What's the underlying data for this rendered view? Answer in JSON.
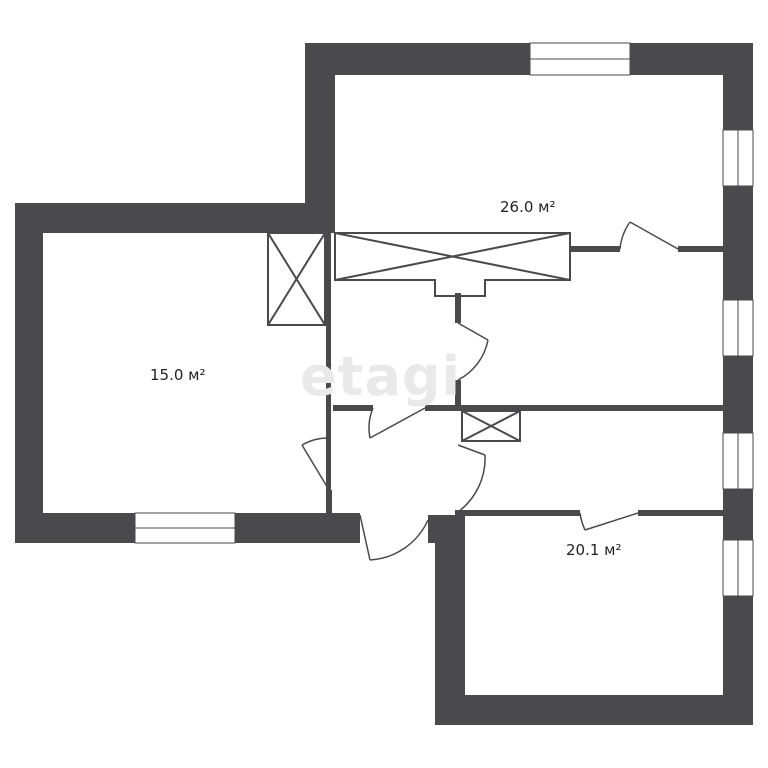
{
  "plan": {
    "rooms": [
      {
        "id": "room-a",
        "area_label": "26.0 м²"
      },
      {
        "id": "room-b",
        "area_label": "15.0 м²"
      },
      {
        "id": "room-c",
        "area_label": "20.1 м²"
      }
    ],
    "watermark": "etagi",
    "colors": {
      "wall": "#4a4a4c",
      "background": "#ffffff",
      "line": "#4a4a4c"
    }
  }
}
